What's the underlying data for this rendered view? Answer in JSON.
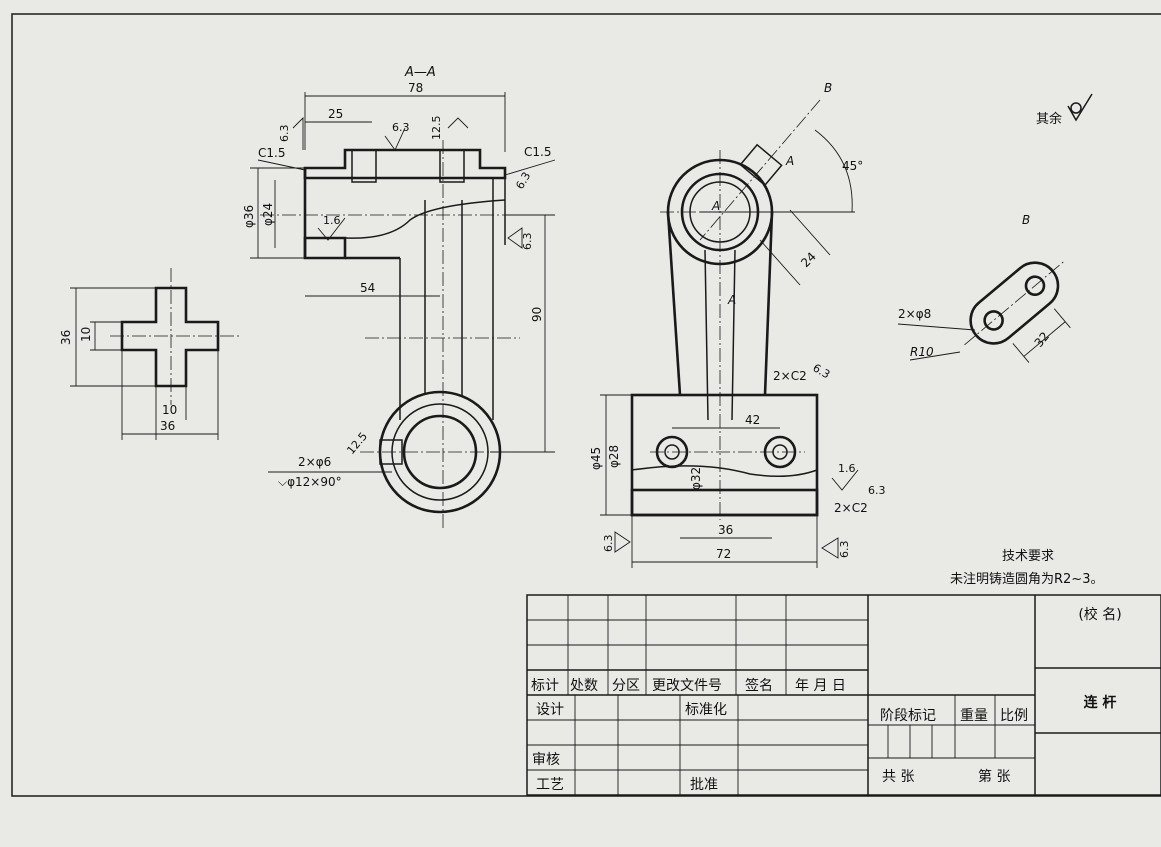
{
  "section_label": "A—A",
  "dims": {
    "overall_78": "78",
    "d25": "25",
    "r63a": "6.3",
    "r125a": "12.5",
    "c15_left": "C1.5",
    "c15_right": "C1.5",
    "r63_right": "6.3",
    "r63_leftv": "6.3",
    "dia36": "φ36",
    "dia24": "φ24",
    "r16": "1.6",
    "r63_side": "6.3",
    "d54": "54",
    "d90": "90",
    "holes_2x6": "2×φ6",
    "csink": "⌵φ12×90°",
    "r125b": "12.5",
    "cross36": "36",
    "cross10": "10",
    "cross10b": "10",
    "cross36b": "36",
    "b_label": "B",
    "a_label": "A",
    "a_label2": "A",
    "a_center": "A",
    "ang45": "45°",
    "d24": "24",
    "c2a": "2×C2",
    "r63c": "6.3",
    "d42": "42",
    "dia45": "φ45",
    "dia28": "φ28",
    "dia32": "φ32",
    "r16b": "1.6",
    "r63d": "6.3",
    "c2b": "2×C2",
    "d36": "36",
    "d72": "72",
    "r63e": "6.3",
    "r63f": "6.3",
    "view_b": "B",
    "holes_2x8": "2×φ8",
    "r10": "R10",
    "d32": "32"
  },
  "qiyu": "其余",
  "tech": {
    "title": "技术要求",
    "line": "未注明铸造圆角为R2~3。"
  },
  "title_block": {
    "h_mark": "标计",
    "h_count": "处数",
    "h_zone": "分区",
    "h_doc": "更改文件号",
    "h_sign": "签名",
    "h_date": "年 月 日",
    "design": "设计",
    "standard": "标准化",
    "review": "审核",
    "process": "工艺",
    "approve": "批准",
    "stage": "阶段标记",
    "weight": "重量",
    "scale": "比例",
    "total": "共  张",
    "sheet": "第  张",
    "school": "(校    名)",
    "part_name": "连 杆"
  }
}
